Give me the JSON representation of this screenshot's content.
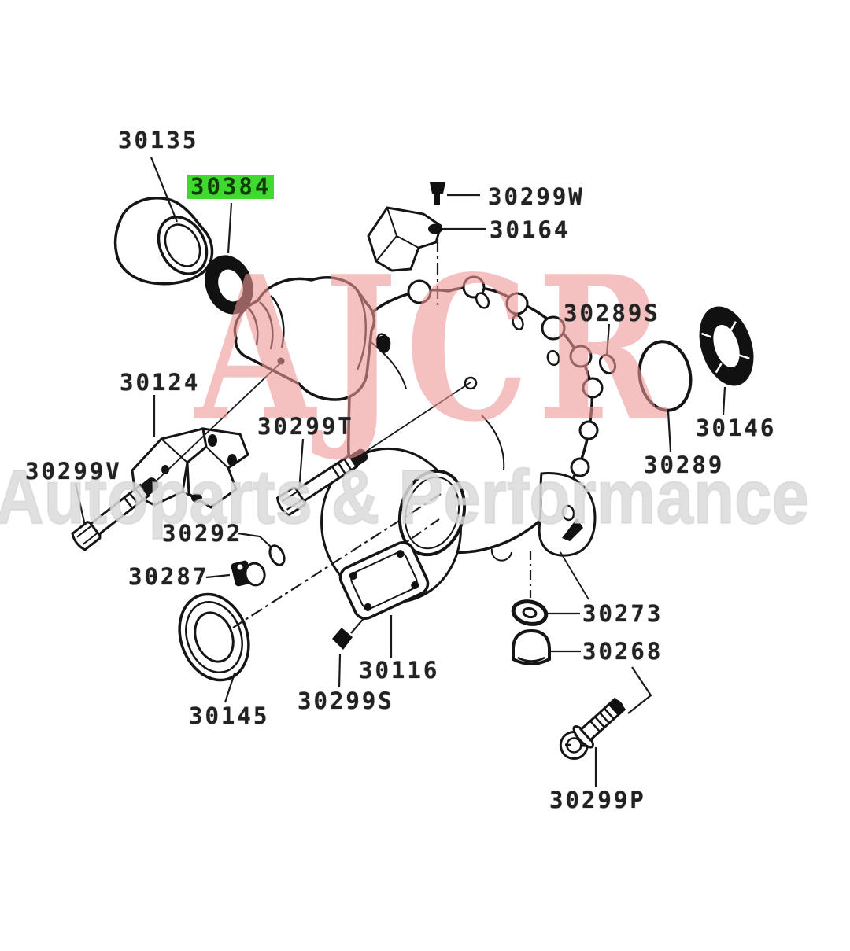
{
  "watermark": {
    "brand": "AJCR",
    "tagline": "Autoparts & Performance"
  },
  "colors": {
    "highlight": "#3fd92f",
    "watermark_pink": "rgba(238,150,150,0.60)",
    "watermark_gray": "rgba(219,219,219,0.85)",
    "line": "#151515"
  },
  "parts": [
    {
      "label": "30135",
      "highlighted": false
    },
    {
      "label": "30384",
      "highlighted": true
    },
    {
      "label": "30299W",
      "highlighted": false
    },
    {
      "label": "30164",
      "highlighted": false
    },
    {
      "label": "30289S",
      "highlighted": false
    },
    {
      "label": "30146",
      "highlighted": false
    },
    {
      "label": "30289",
      "highlighted": false
    },
    {
      "label": "30124",
      "highlighted": false
    },
    {
      "label": "30299T",
      "highlighted": false
    },
    {
      "label": "30299V",
      "highlighted": false
    },
    {
      "label": "30292",
      "highlighted": false
    },
    {
      "label": "30287",
      "highlighted": false
    },
    {
      "label": "30145",
      "highlighted": false
    },
    {
      "label": "30116",
      "highlighted": false
    },
    {
      "label": "30299S",
      "highlighted": false
    },
    {
      "label": "30273",
      "highlighted": false
    },
    {
      "label": "30268",
      "highlighted": false
    },
    {
      "label": "30299P",
      "highlighted": false
    }
  ]
}
